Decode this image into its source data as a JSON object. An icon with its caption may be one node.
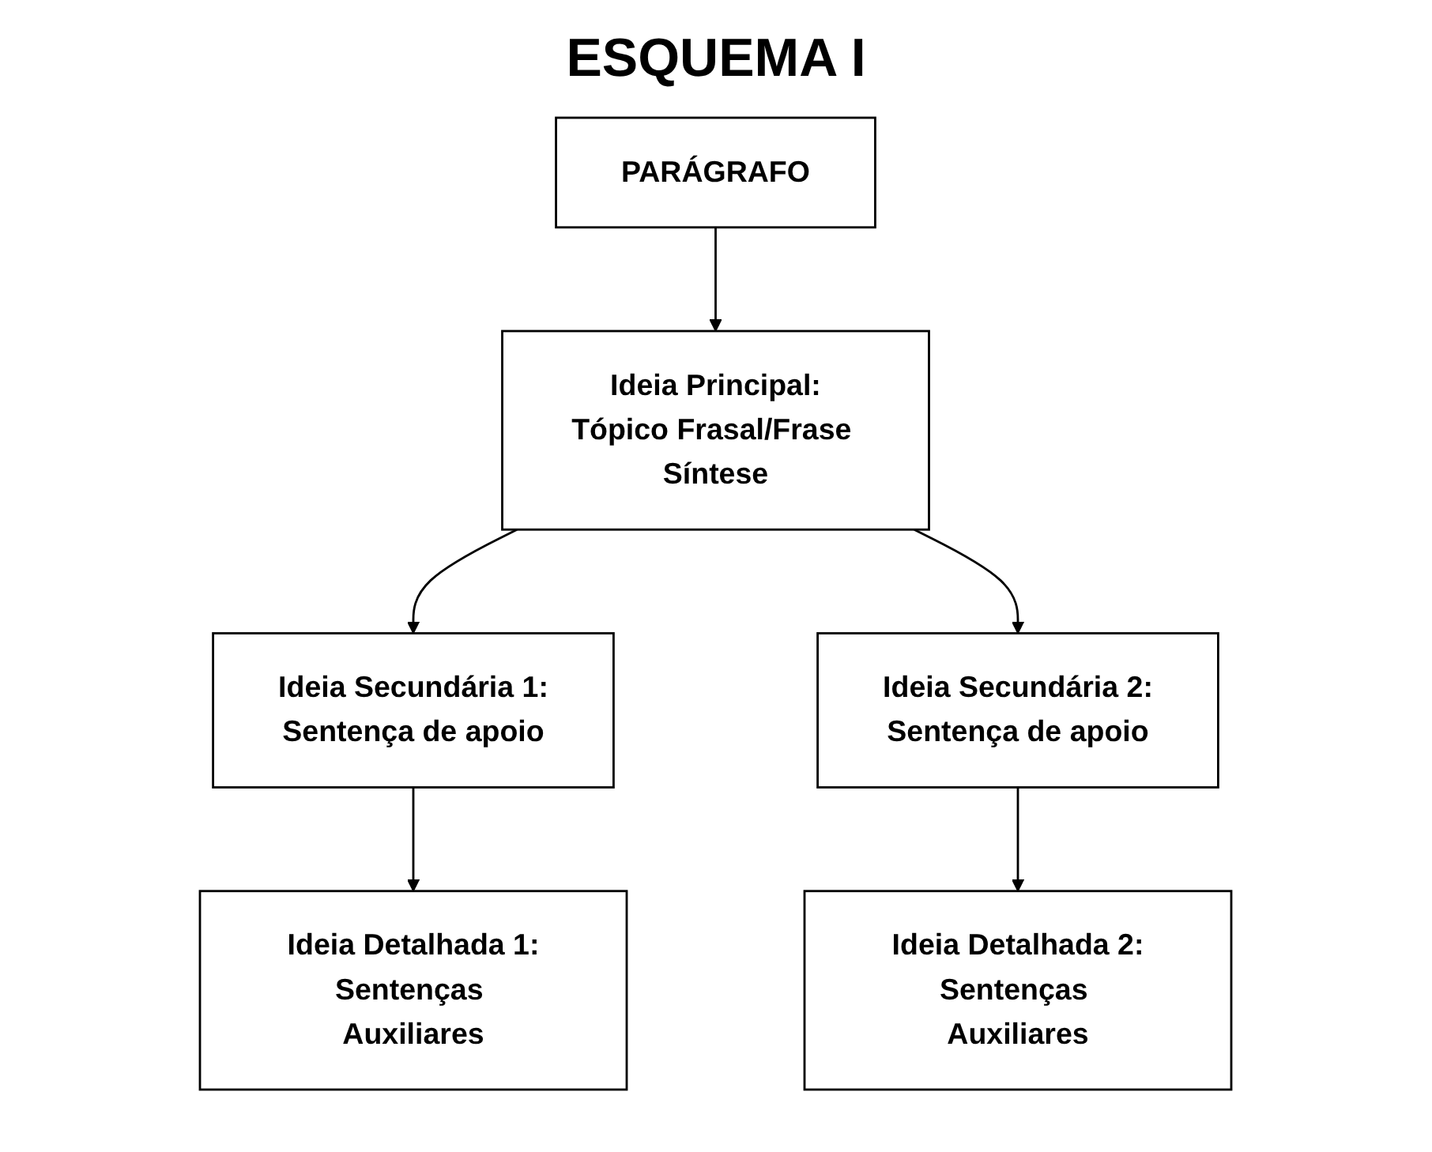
{
  "diagram": {
    "title": "ESQUEMA I",
    "nodes": [
      {
        "text": [
          "PARÁGRAFO"
        ]
      },
      {
        "text": [
          "Ideia Principal:",
          "Tópico Frasal/Frase Síntese"
        ]
      },
      {
        "text": [
          "Ideia Secundária 1:",
          "Sentença de apoio"
        ]
      },
      {
        "text": [
          "Ideia Secundária 2:",
          "Sentença de apoio"
        ]
      },
      {
        "text": [
          "Ideia Detalhada 1:",
          "Sentenças Auxiliares"
        ]
      },
      {
        "text": [
          "Ideia Detalhada 2:",
          "Sentenças Auxiliares"
        ]
      }
    ],
    "edges": [
      {
        "from": 0,
        "to": 1,
        "arrow": "to"
      },
      {
        "from": 1,
        "to": 2,
        "arrow": "to"
      },
      {
        "from": 1,
        "to": 3,
        "arrow": "to"
      },
      {
        "from": 2,
        "to": 4,
        "arrow": "to"
      },
      {
        "from": 3,
        "to": 5,
        "arrow": "to"
      }
    ]
  }
}
